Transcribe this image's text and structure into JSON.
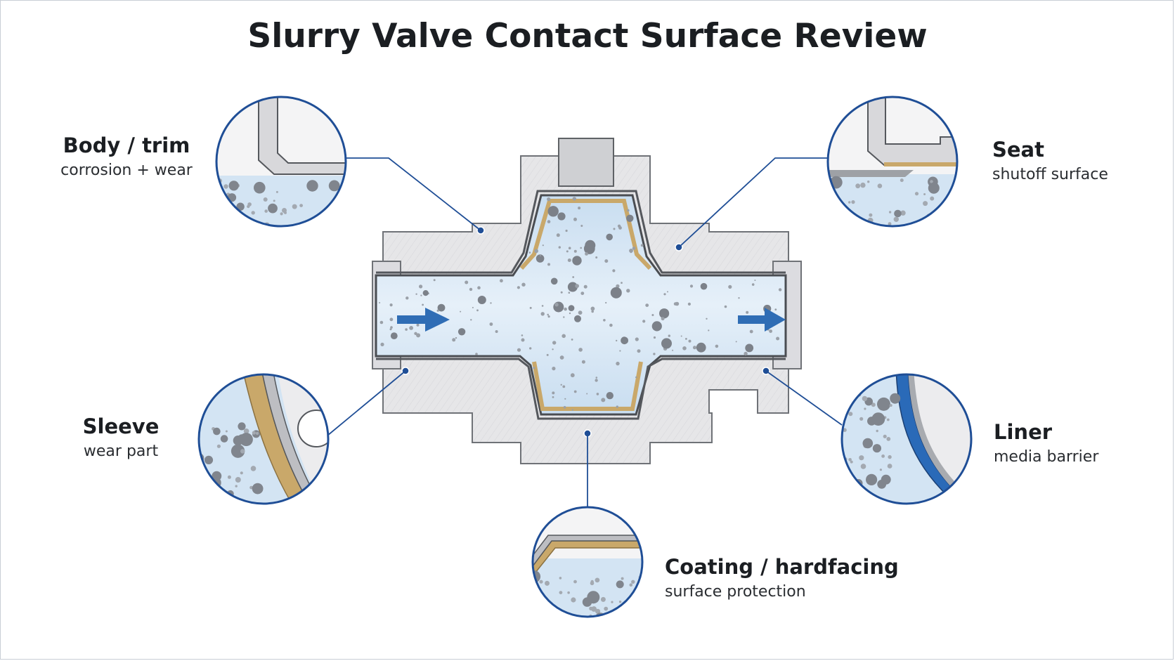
{
  "title": "Slurry Valve Contact Surface Review",
  "callouts": {
    "body_trim": {
      "heading": "Body / trim",
      "subtitle": "corrosion + wear"
    },
    "seat": {
      "heading": "Seat",
      "subtitle": "shutoff surface"
    },
    "sleeve": {
      "heading": "Sleeve",
      "subtitle": "wear part"
    },
    "liner": {
      "heading": "Liner",
      "subtitle": "media barrier"
    },
    "coating": {
      "heading": "Coating / hardfacing",
      "subtitle": "surface protection"
    }
  },
  "colors": {
    "ring": "#1f4e96",
    "flow_arrow": "#2f6db5",
    "slurry": "#d9e8f5",
    "body_gray": "#e4e4e6",
    "coating_tan": "#c9a86a",
    "liner_blue": "#2a6ab8",
    "particle": "#8a8f96"
  },
  "icons": [
    "flow-arrow-icon",
    "flow-arrow-icon"
  ]
}
